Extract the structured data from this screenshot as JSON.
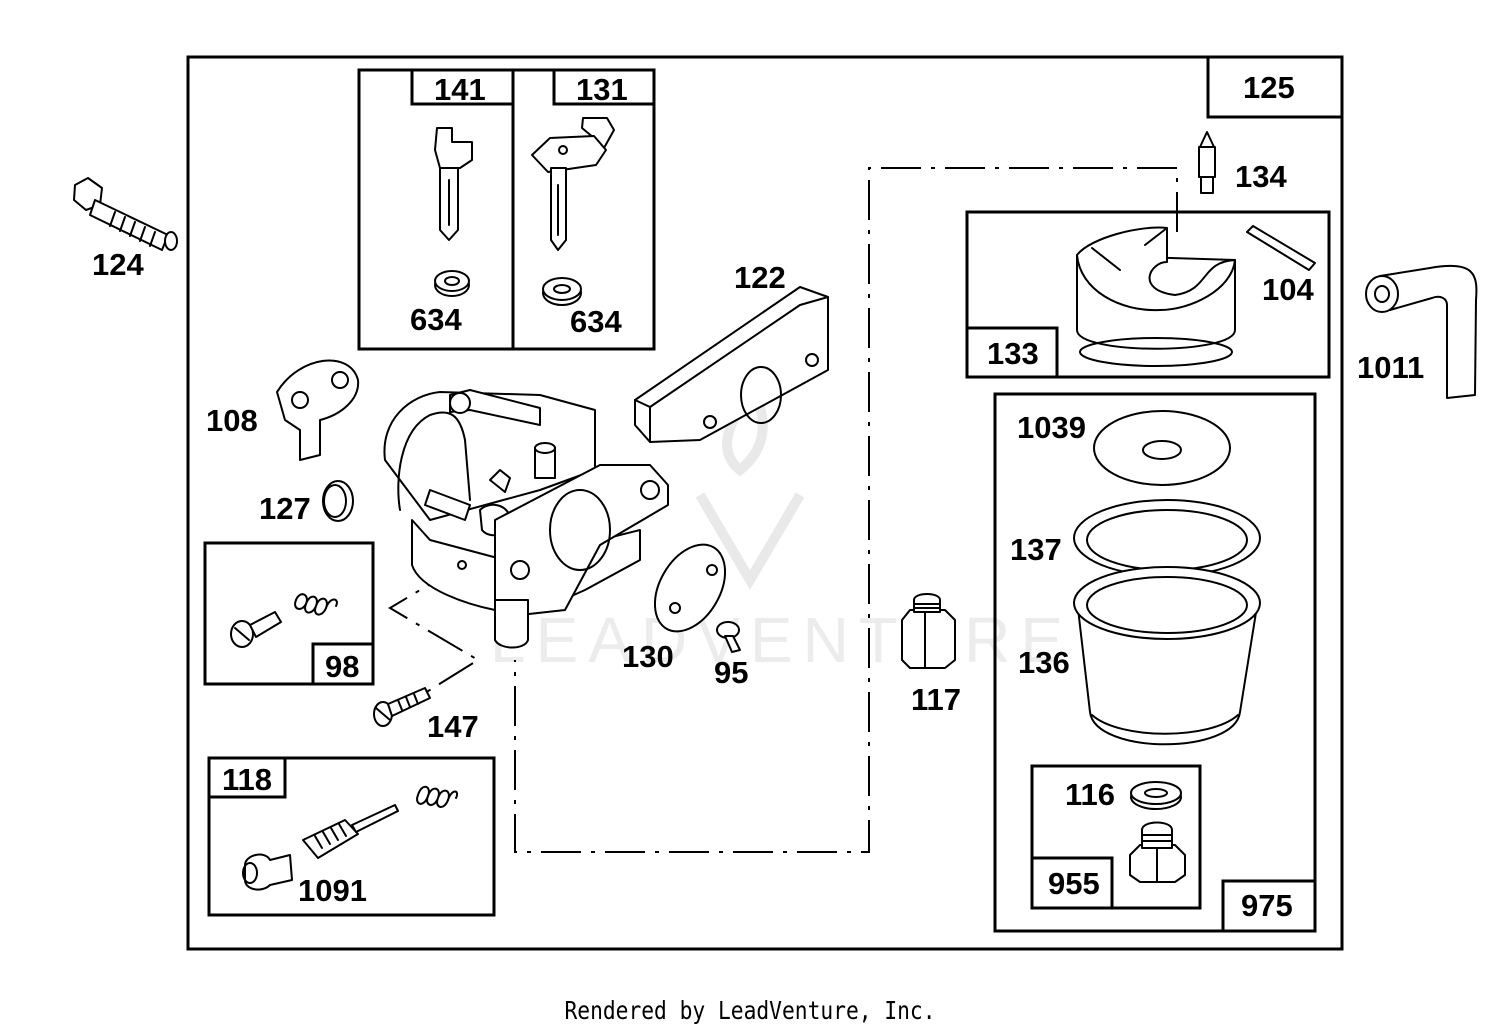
{
  "labels": {
    "p124": "124",
    "p141": "141",
    "p131": "131",
    "p634a": "634",
    "p634b": "634",
    "p125": "125",
    "p134": "134",
    "p104": "104",
    "p133": "133",
    "p1011": "1011",
    "p122": "122",
    "p108": "108",
    "p127": "127",
    "p98": "98",
    "p147": "147",
    "p130": "130",
    "p95": "95",
    "p117": "117",
    "p1039": "1039",
    "p137": "137",
    "p136": "136",
    "p116": "116",
    "p955": "955",
    "p975": "975",
    "p118": "118",
    "p1091": "1091"
  },
  "watermark": "LEADVENTURE",
  "footer": "Rendered by LeadVenture, Inc."
}
